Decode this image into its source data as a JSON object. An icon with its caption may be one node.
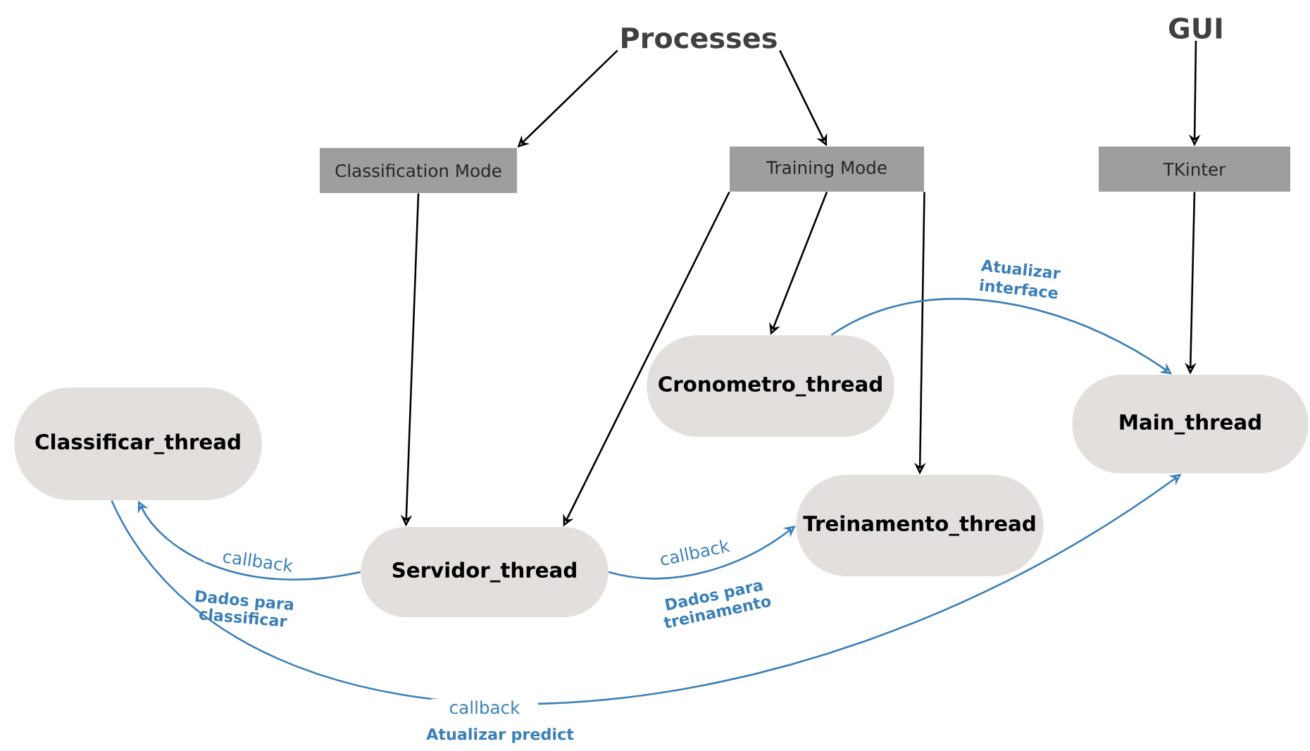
{
  "diagram": {
    "nodes": [
      {
        "text": [
          "Processes"
        ]
      },
      {
        "text": [
          "GUI"
        ]
      },
      {
        "text": [
          "Classification Mode"
        ]
      },
      {
        "text": [
          "Training Mode"
        ]
      },
      {
        "text": [
          "TKinter"
        ]
      },
      {
        "text": [
          "Classificar_thread"
        ]
      },
      {
        "text": [
          "Cronometro_thread"
        ]
      },
      {
        "text": [
          "Main_thread"
        ]
      },
      {
        "text": [
          "Servidor_thread"
        ]
      },
      {
        "text": [
          "Treinamento_thread"
        ]
      }
    ],
    "edges": [
      {
        "from": 0,
        "to": 2,
        "arrow": "to"
      },
      {
        "from": 0,
        "to": 3,
        "arrow": "to"
      },
      {
        "from": 1,
        "to": 4,
        "arrow": "to"
      },
      {
        "from": 2,
        "to": 8,
        "arrow": "to"
      },
      {
        "from": 3,
        "to": 8,
        "arrow": "to"
      },
      {
        "from": 3,
        "to": 6,
        "arrow": "to"
      },
      {
        "from": 3,
        "to": 9,
        "arrow": "to"
      },
      {
        "from": 4,
        "to": 7,
        "arrow": "to"
      },
      {
        "from": 8,
        "to": 5,
        "arrow": "to",
        "label": "callback",
        "color": "#3a7fb8"
      },
      {
        "from": 8,
        "to": 9,
        "arrow": "to",
        "label": "callback",
        "color": "#3a7fb8"
      },
      {
        "from": 6,
        "to": 7,
        "arrow": "to",
        "label": "Atualizar interface",
        "color": "#3a7fb8"
      },
      {
        "from": 5,
        "to": 7,
        "arrow": "to",
        "label": "callback",
        "color": "#3a7fb8"
      }
    ],
    "labels": [
      "Dados para classificar",
      "Dados para treinamento",
      "Atualizar predict"
    ]
  }
}
